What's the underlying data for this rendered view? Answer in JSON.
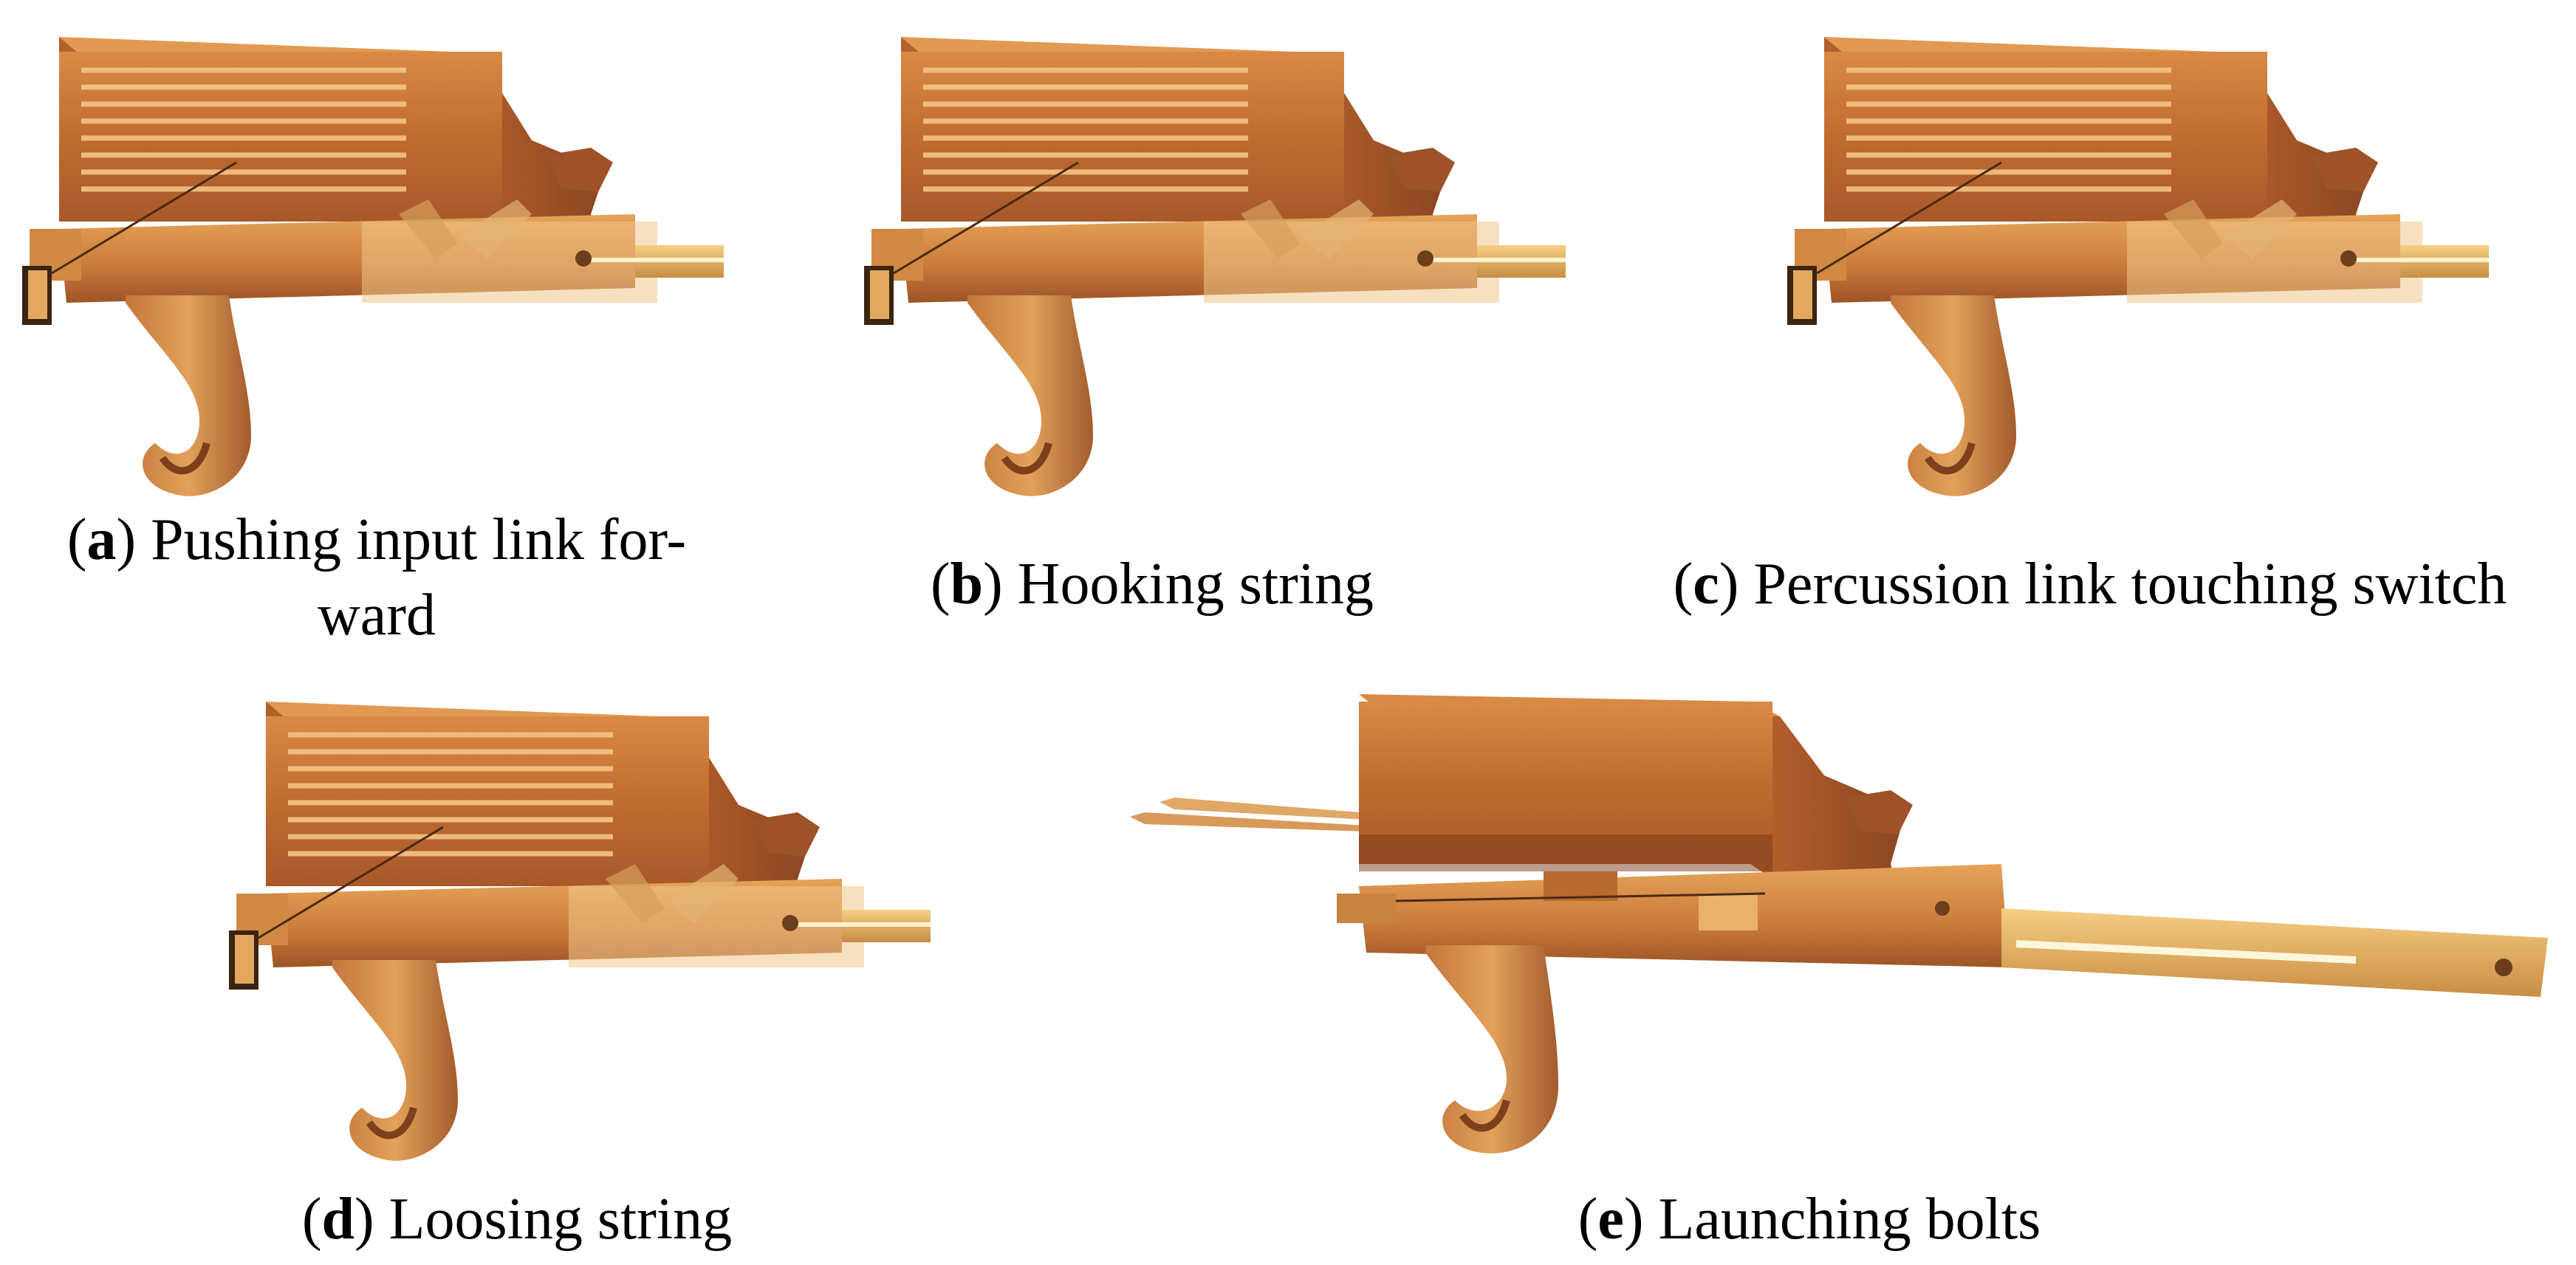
{
  "colors": {
    "wood_light": "#e9a95a",
    "wood_mid": "#c9773a",
    "wood_dark": "#8d4a22",
    "rod": "#e6b86c",
    "metal": "#6b4a2a"
  },
  "panels": [
    {
      "id": "a",
      "letter": "a",
      "caption_lines": [
        ") Pushing input link for-",
        "ward"
      ],
      "variant": "compact"
    },
    {
      "id": "b",
      "letter": "b",
      "caption_lines": [
        ") Hooking string"
      ],
      "variant": "compact"
    },
    {
      "id": "c",
      "letter": "c",
      "caption_lines": [
        ") Percussion link touching switch"
      ],
      "variant": "compact"
    },
    {
      "id": "d",
      "letter": "d",
      "caption_lines": [
        ") Loosing string"
      ],
      "variant": "compact"
    },
    {
      "id": "e",
      "letter": "e",
      "caption_lines": [
        ") Launching bolts"
      ],
      "variant": "extended"
    }
  ]
}
